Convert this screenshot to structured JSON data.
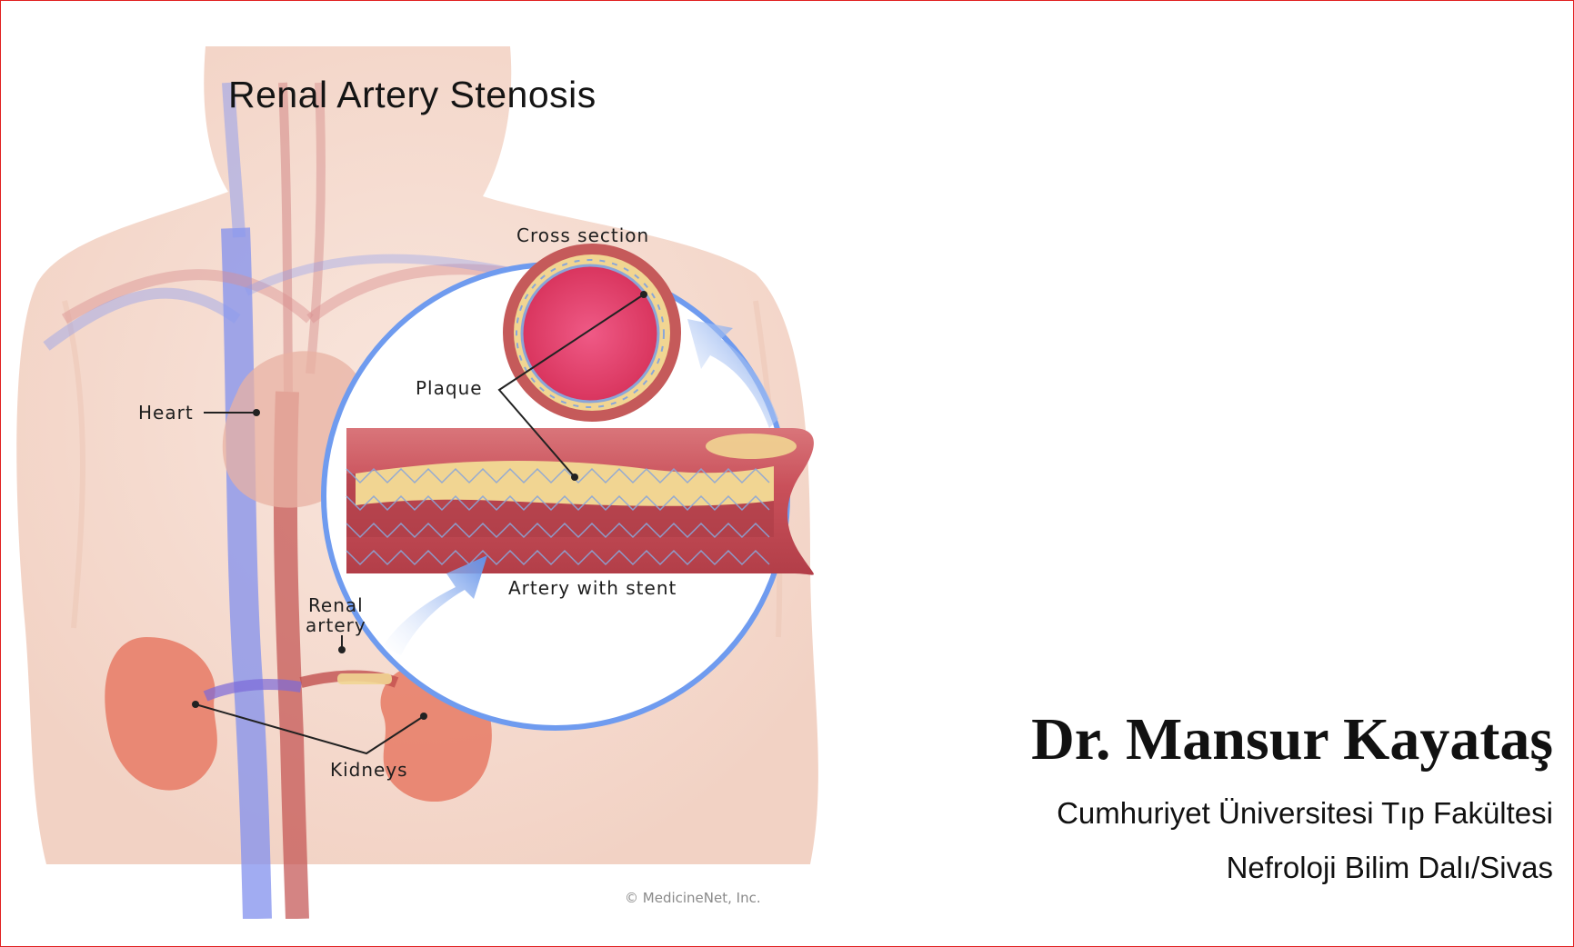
{
  "figure": {
    "title": "Renal Artery Stenosis",
    "labels": {
      "cross_section": "Cross section",
      "plaque": "Plaque",
      "heart": "Heart",
      "artery_with_stent": "Artery with stent",
      "renal_line1": "Renal",
      "renal_line2": "artery",
      "kidneys": "Kidneys"
    },
    "copyright": "© MedicineNet, Inc.",
    "colors": {
      "skin": "#f7e0d6",
      "vein": "#7a8ef0",
      "artery": "#c2504f",
      "lumen": "#e2416e",
      "plaque": "#f1d592",
      "kidney": "#e8806a",
      "lens_border": "#6f9bef"
    }
  },
  "author": {
    "name": "Dr. Mansur Kayataş",
    "affiliation_line1": "Cumhuriyet Üniversitesi Tıp Fakültesi",
    "affiliation_line2": "Nefroloji Bilim Dalı/Sivas"
  },
  "frame": {
    "border_color": "#e02020"
  }
}
